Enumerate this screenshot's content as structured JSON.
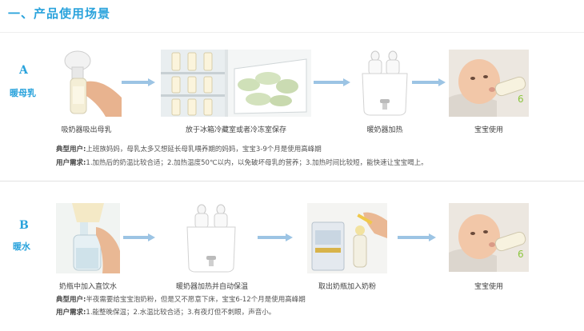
{
  "heading": "一、产品使用场景",
  "colors": {
    "accent": "#2aa3dc",
    "arrow": "#9cc4e4",
    "divider": "#e2e2e2"
  },
  "section_a": {
    "letter": "A",
    "name": "暖母乳",
    "steps": [
      {
        "label": "吸奶器吸出母乳",
        "icon": "breast-pump"
      },
      {
        "label": "放于冰箱冷藏室或者冷冻室保存",
        "icon": "fridge-storage"
      },
      {
        "label": "暖奶器加热",
        "icon": "bottle-warmer"
      },
      {
        "label": "宝宝使用",
        "icon": "baby-feeding"
      }
    ],
    "users_label": "典型用户:",
    "users_text": "上班族妈妈，母乳太多又想延长母乳喂养期的妈妈，宝宝3-9个月是使用高峰期",
    "needs_label": "用户需求:",
    "needs_text": "1.加热后的奶温比较合适；2.加热温度50℃以内，以免破坏母乳的营养；3.加热时间比较短，能快速让宝宝喝上。"
  },
  "section_b": {
    "letter": "B",
    "name": "暖水",
    "steps": [
      {
        "label": "奶瓶中加入直饮水",
        "icon": "water-pour"
      },
      {
        "label": "暖奶器加热并自动保温",
        "icon": "bottle-warmer"
      },
      {
        "label": "取出奶瓶加入奶粉",
        "icon": "formula-powder"
      },
      {
        "label": "宝宝使用",
        "icon": "baby-feeding"
      }
    ],
    "users_label": "典型用户:",
    "users_text": "半夜需要给宝宝泡奶粉，但是又不愿意下床，宝宝6-12个月是使用高峰期",
    "needs_label": "用户需求:",
    "needs_text": "1.能整晚保温；2.水温比较合适；3.有夜灯但不刺眼，声音小。"
  }
}
